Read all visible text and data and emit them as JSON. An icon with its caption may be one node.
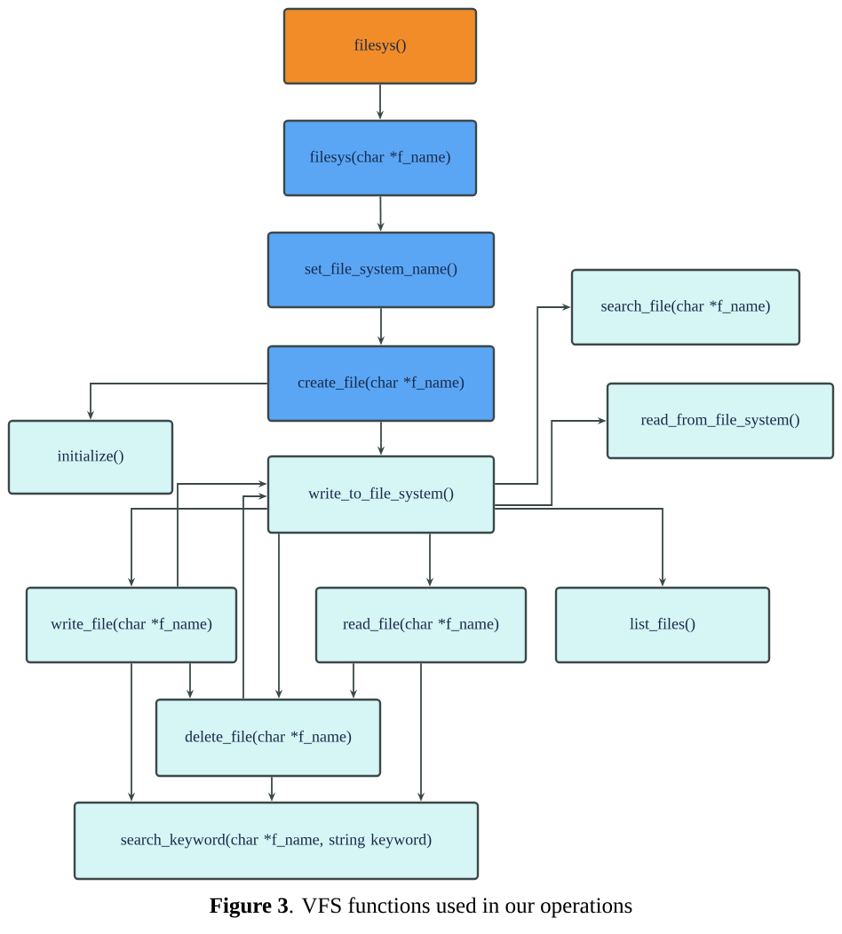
{
  "diagram": {
    "caption": "**Figure 3**. VFS functions used in our operations",
    "nodes": [
      {
        "text": [
          "filesys()"
        ]
      },
      {
        "text": [
          "filesys(char *f_name)"
        ]
      },
      {
        "text": [
          "set_file_system_name()"
        ]
      },
      {
        "text": [
          "create_file(char *f_name)"
        ]
      },
      {
        "text": [
          "initialize()"
        ]
      },
      {
        "text": [
          "write_to_file_system()"
        ]
      },
      {
        "text": [
          "search_file(char *f_name)"
        ]
      },
      {
        "text": [
          "read_from_file_system()"
        ]
      },
      {
        "text": [
          "write_file(char *f_name)"
        ]
      },
      {
        "text": [
          "read_file(char *f_name)"
        ]
      },
      {
        "text": [
          "list_files()"
        ]
      },
      {
        "text": [
          "delete_file(char *f_name)"
        ]
      },
      {
        "text": [
          "search_keyword(char *f_name, string keyword)"
        ]
      }
    ],
    "edges": [
      {
        "from": 0,
        "to": 1,
        "arrow": "to"
      },
      {
        "from": 1,
        "to": 2,
        "arrow": "to"
      },
      {
        "from": 2,
        "to": 3,
        "arrow": "to"
      },
      {
        "from": 3,
        "to": 4,
        "arrow": "to"
      },
      {
        "from": 3,
        "to": 5,
        "arrow": "to"
      },
      {
        "from": 5,
        "to": 6,
        "arrow": "to"
      },
      {
        "from": 5,
        "to": 7,
        "arrow": "to"
      },
      {
        "from": 5,
        "to": 8,
        "arrow": "to"
      },
      {
        "from": 5,
        "to": 11,
        "arrow": "to"
      },
      {
        "from": 5,
        "to": 9,
        "arrow": "to"
      },
      {
        "from": 5,
        "to": 10,
        "arrow": "to"
      },
      {
        "from": 8,
        "to": 5,
        "arrow": "to"
      },
      {
        "from": 11,
        "to": 5,
        "arrow": "to"
      },
      {
        "from": 8,
        "to": 11,
        "arrow": "to"
      },
      {
        "from": 9,
        "to": 11,
        "arrow": "to"
      },
      {
        "from": 8,
        "to": 12,
        "arrow": "to"
      },
      {
        "from": 11,
        "to": 12,
        "arrow": "to"
      },
      {
        "from": 9,
        "to": 12,
        "arrow": "to"
      }
    ]
  }
}
